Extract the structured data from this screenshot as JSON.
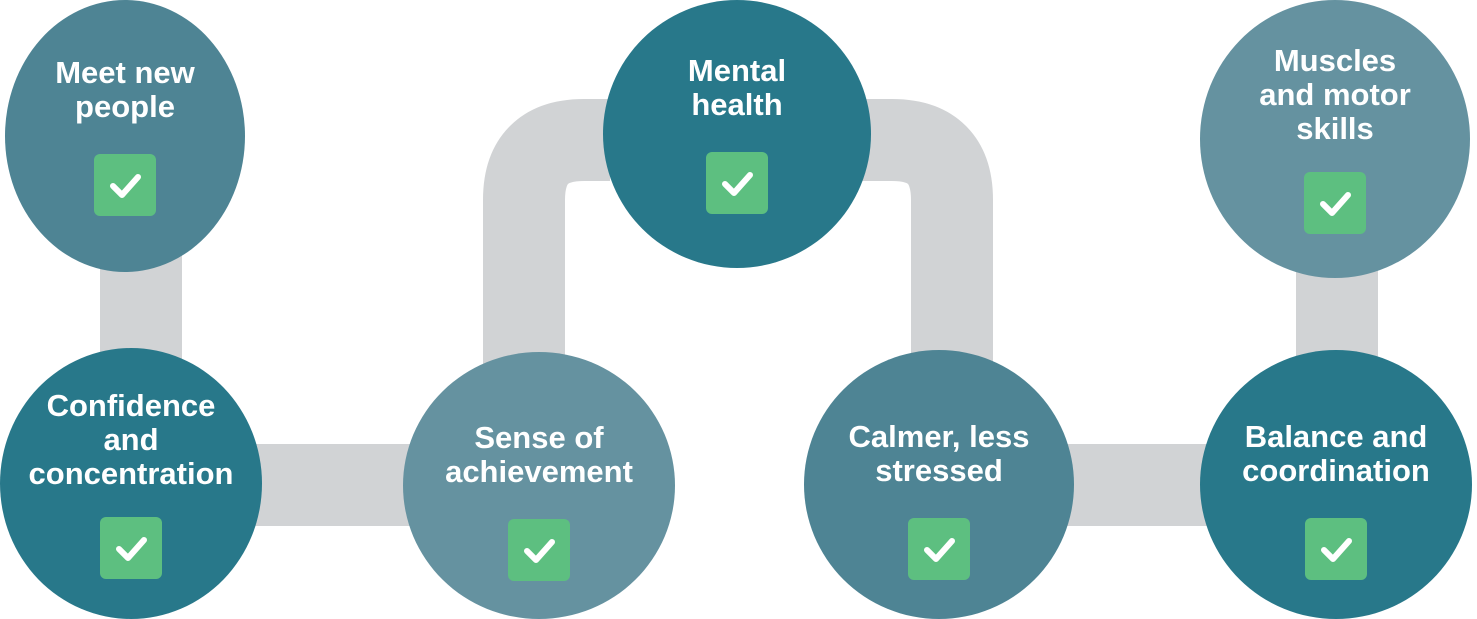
{
  "colors": {
    "connector": "#d1d3d5",
    "check": "#5dbf80",
    "node_dark": "#28788a",
    "node_mid": "#4e8494",
    "node_light": "#6592a0"
  },
  "nodes": [
    {
      "label": "Meet new\npeople",
      "checked": true,
      "color": "#4e8494"
    },
    {
      "label": "Confidence\nand\nconcentration",
      "checked": true,
      "color": "#28788a"
    },
    {
      "label": "Sense of\nachievement",
      "checked": true,
      "color": "#6592a0"
    },
    {
      "label": "Mental\nhealth",
      "checked": true,
      "color": "#28788a"
    },
    {
      "label": "Calmer, less\nstressed",
      "checked": true,
      "color": "#4e8494"
    },
    {
      "label": "Muscles\nand motor\nskills",
      "checked": true,
      "color": "#6592a0"
    },
    {
      "label": "Balance and\ncoordination",
      "checked": true,
      "color": "#28788a"
    }
  ],
  "icons": {
    "check": "checkmark-icon"
  }
}
